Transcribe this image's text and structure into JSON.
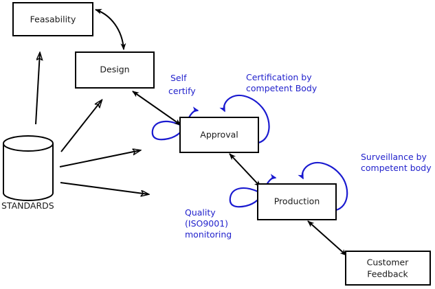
{
  "diagram": {
    "title": "Standards-driven product lifecycle diagram",
    "colors": {
      "node_stroke": "#000000",
      "node_fill": "#ffffff",
      "node_text": "#1a1a1a",
      "annotation": "#2222cc",
      "flow": "#000000"
    },
    "nodes": [
      {
        "id": "feasability",
        "label": "Feasability",
        "shape": "rectangle"
      },
      {
        "id": "design",
        "label": "Design",
        "shape": "rectangle"
      },
      {
        "id": "approval",
        "label": "Approval",
        "shape": "rectangle"
      },
      {
        "id": "production",
        "label": "Production",
        "shape": "rectangle"
      },
      {
        "id": "customer-feedback",
        "label": "Customer\nFeedback",
        "label_line1": "Customer",
        "label_line2": "Feedback",
        "shape": "rectangle"
      },
      {
        "id": "standards",
        "label": "STANDARDS",
        "shape": "cylinder"
      }
    ],
    "annotations": [
      {
        "id": "self-certify",
        "line1": "Self",
        "line2": "certify",
        "attached_to": "approval"
      },
      {
        "id": "certification-by-competent-body",
        "line1": "Certification by",
        "line2": "competent Body",
        "attached_to": "approval"
      },
      {
        "id": "surveillance-by-competent-body",
        "line1": "Surveillance by",
        "line2": "competent body",
        "attached_to": "production"
      },
      {
        "id": "quality-iso9001-monitoring",
        "line1": "Quality",
        "line2": "(ISO9001)",
        "line3": "monitoring",
        "attached_to": "production"
      }
    ],
    "edges": [
      {
        "id": "feasability-design",
        "from": "feasability",
        "to": "design",
        "style": "curved",
        "arrows": "both"
      },
      {
        "id": "design-approval",
        "from": "design",
        "to": "approval",
        "style": "straight",
        "arrows": "both"
      },
      {
        "id": "approval-production",
        "from": "approval",
        "to": "production",
        "style": "straight",
        "arrows": "both"
      },
      {
        "id": "production-customer-feedback",
        "from": "production",
        "to": "customer-feedback",
        "style": "straight",
        "arrows": "both"
      },
      {
        "id": "standards-feasability",
        "from": "standards",
        "to": "feasability",
        "style": "straight",
        "arrows": "single"
      },
      {
        "id": "standards-design",
        "from": "standards",
        "to": "design",
        "style": "straight",
        "arrows": "single"
      },
      {
        "id": "standards-approval",
        "from": "standards",
        "to": "approval",
        "style": "straight",
        "arrows": "single"
      },
      {
        "id": "standards-production",
        "from": "standards",
        "to": "production",
        "style": "straight",
        "arrows": "single"
      }
    ],
    "loops": [
      {
        "id": "self-certify-loop",
        "label_ref": "self-certify",
        "target": "approval"
      },
      {
        "id": "certification-loop",
        "label_ref": "certification-by-competent-body",
        "target": "approval"
      },
      {
        "id": "quality-loop",
        "label_ref": "quality-iso9001-monitoring",
        "target": "production"
      },
      {
        "id": "surveillance-loop",
        "label_ref": "surveillance-by-competent-body",
        "target": "production"
      }
    ]
  }
}
